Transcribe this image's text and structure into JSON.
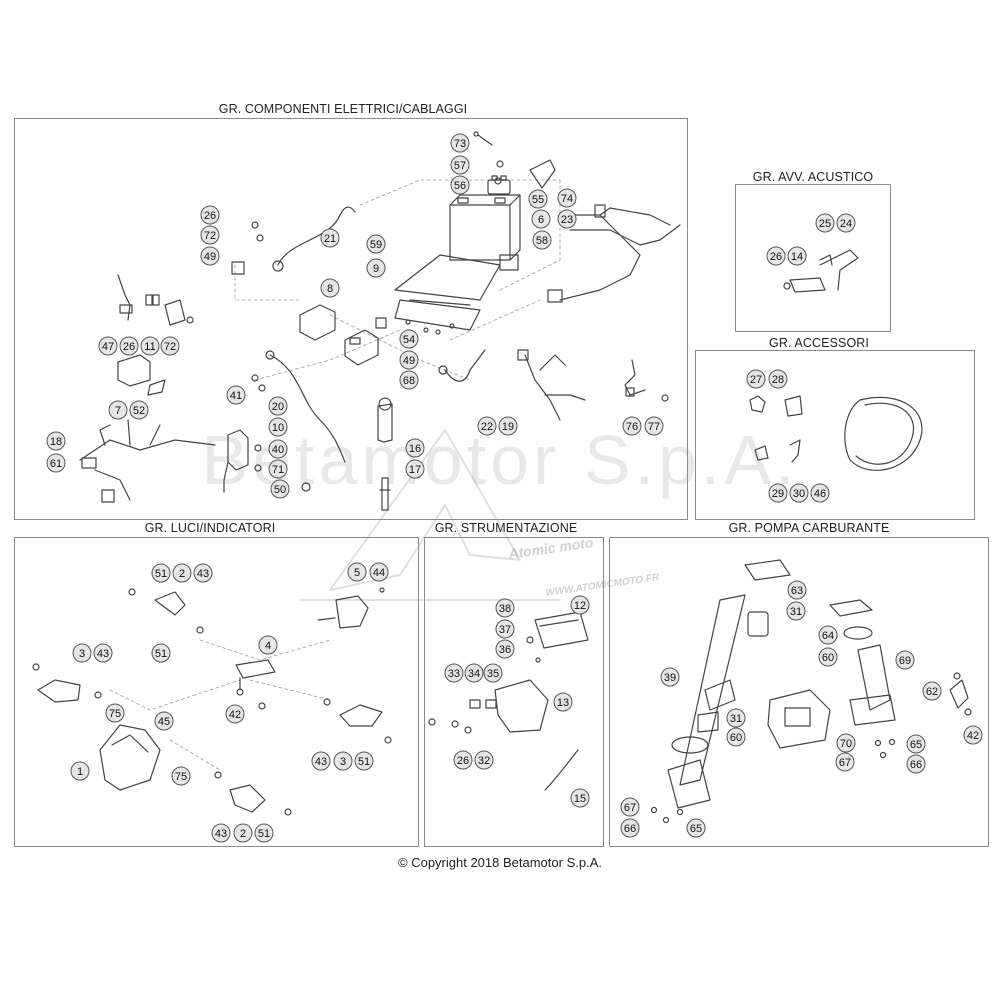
{
  "groups": {
    "electrical": "GR. COMPONENTI ELETTRICI/CABLAGGI",
    "horn": "GR. AVV. ACUSTICO",
    "accessories": "GR. ACCESSORI",
    "lights": "GR. LUCI/INDICATORI",
    "instruments": "GR. STRUMENTAZIONE",
    "fuel_pump": "GR. POMPA CARBURANTE"
  },
  "copyright": "© Copyright 2018 Betamotor S.p.A.",
  "watermark": {
    "text": "Betamotor S.p.A.",
    "brand": "Atomic moto",
    "url": "WWW.ATOMICMOTO.FR"
  },
  "callouts": {
    "electrical": [
      "73",
      "57",
      "56",
      "55",
      "74",
      "6",
      "23",
      "58",
      "59",
      "9",
      "26",
      "72",
      "49",
      "21",
      "8",
      "54",
      "49",
      "68",
      "47",
      "26",
      "11",
      "72",
      "7",
      "52",
      "41",
      "20",
      "10",
      "40",
      "71",
      "50",
      "18",
      "61",
      "16",
      "17",
      "22",
      "19",
      "76",
      "77"
    ],
    "horn": [
      "25",
      "24",
      "26",
      "14"
    ],
    "accessories": [
      "27",
      "28",
      "29",
      "30",
      "46"
    ],
    "lights": [
      "51",
      "2",
      "43",
      "5",
      "44",
      "4",
      "42",
      "51",
      "3",
      "43",
      "75",
      "45",
      "1",
      "75",
      "43",
      "3",
      "51",
      "43",
      "2",
      "51"
    ],
    "instruments": [
      "38",
      "12",
      "37",
      "36",
      "33",
      "34",
      "35",
      "13",
      "26",
      "32",
      "15"
    ],
    "fuel_pump": [
      "63",
      "31",
      "64",
      "60",
      "69",
      "39",
      "62",
      "31",
      "60",
      "70",
      "65",
      "67",
      "66",
      "42",
      "67",
      "66",
      "65"
    ]
  }
}
